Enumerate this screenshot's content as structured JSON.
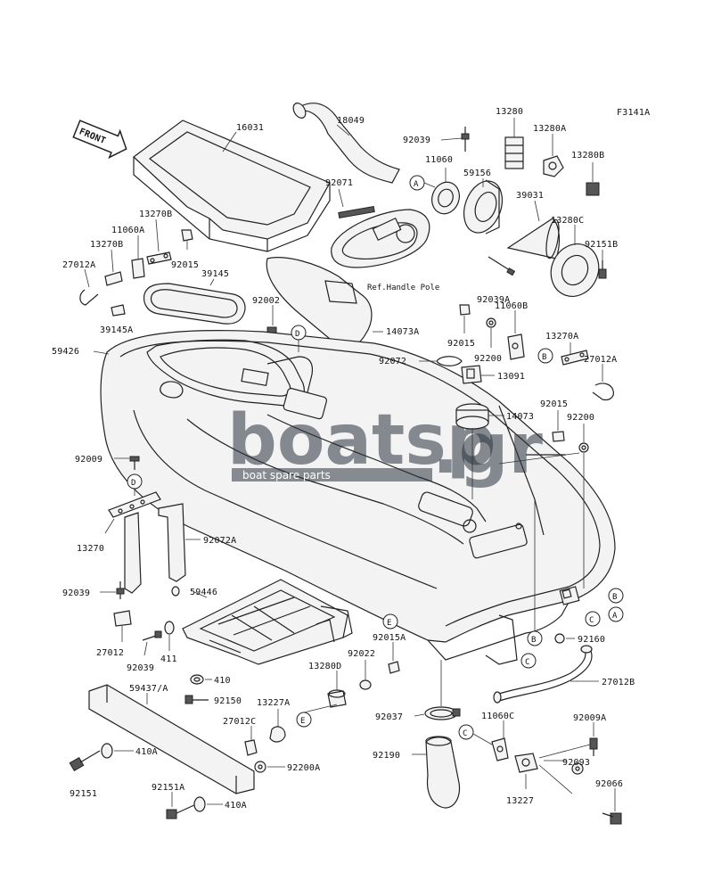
{
  "figure_code": "F3141A",
  "front_arrow": "FRONT",
  "ref_note": "Ref.Handle Pole",
  "watermark": {
    "brand": "boatsp",
    "suffix": ".gr",
    "tagline": "boat spare parts"
  },
  "parts": {
    "p16031": "16031",
    "p18049": "18049",
    "p92039_top": "92039",
    "p11060": "11060",
    "p59156": "59156",
    "p13280": "13280",
    "p13280a": "13280A",
    "p13280b": "13280B",
    "p39031": "39031",
    "p13280c": "13280C",
    "p92151b": "92151B",
    "p92071": "92071",
    "p13270b_1": "13270B",
    "p11060a": "11060A",
    "p13270b_2": "13270B",
    "p92015_1": "92015",
    "p27012a_1": "27012A",
    "p39145": "39145",
    "p92002": "92002",
    "p39145a": "39145A",
    "p14073a": "14073A",
    "p92039a": "92039A",
    "p11060b": "11060B",
    "p92015_2": "92015",
    "p13270a": "13270A",
    "p92200_1": "92200",
    "p27012a_2": "27012A",
    "p59426": "59426",
    "p92072": "92072",
    "p13091": "13091",
    "p14073": "14073",
    "p92015_3": "92015",
    "p92200_2": "92200",
    "p92009": "92009",
    "p13270": "13270",
    "p92072a": "92072A",
    "p92039_2": "92039",
    "p59446": "59446",
    "p27012": "27012",
    "p92039_3": "92039",
    "p411": "411",
    "p410_1": "410",
    "p92015a": "92015A",
    "p92022": "92022",
    "p13280d": "13280D",
    "p92160": "92160",
    "p59437a": "59437/A",
    "p92150": "92150",
    "p13227a": "13227A",
    "p27012b": "27012B",
    "p27012c": "27012C",
    "p92037": "92037",
    "p11060c": "11060C",
    "p92009a": "92009A",
    "p410a_1": "410A",
    "p92190": "92190",
    "p92093": "92093",
    "p92200a": "92200A",
    "p92151": "92151",
    "p92151a": "92151A",
    "p13227": "13227",
    "p92066": "92066",
    "p410a_2": "410A"
  },
  "callouts": {
    "A": "A",
    "B": "B",
    "C": "C",
    "D": "D",
    "E": "E"
  }
}
